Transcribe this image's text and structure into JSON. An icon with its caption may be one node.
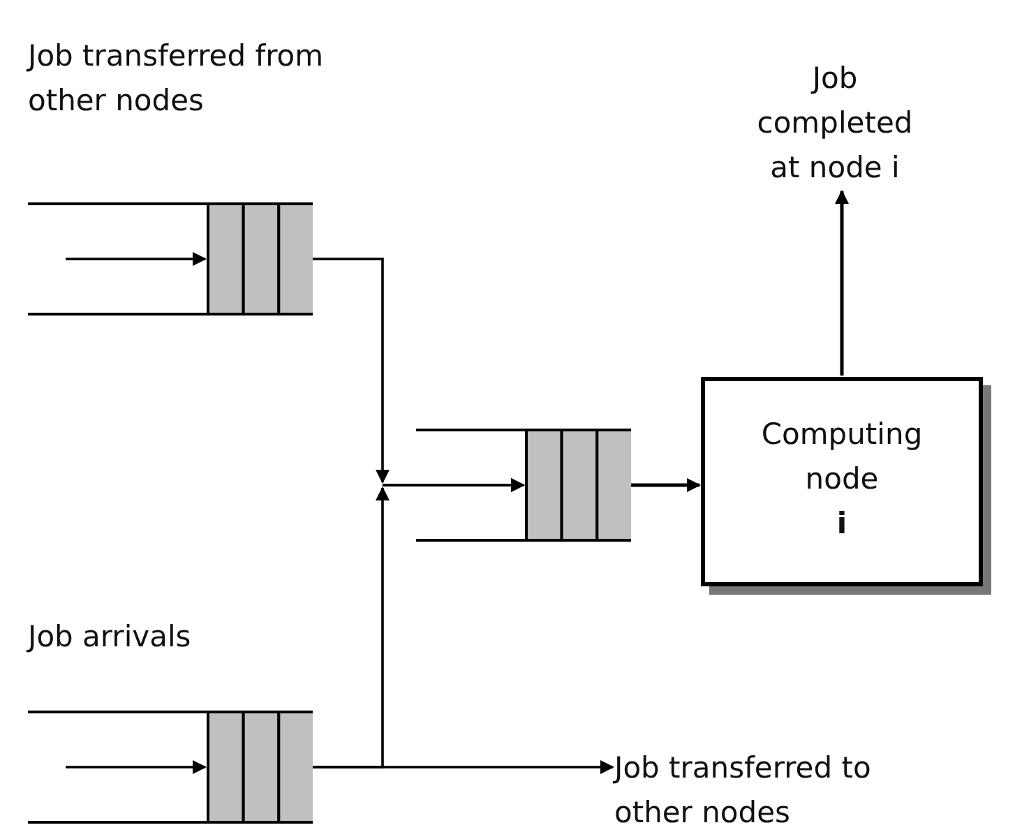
{
  "diagram": {
    "nodes": [
      {
        "text": [],
        "shape": "queue",
        "beside": [
          "Job transferred from other nodes"
        ]
      },
      {
        "text": [
          "Job completed at node i"
        ]
      },
      {
        "text": [],
        "shape": "queue"
      },
      {
        "text": [
          "Computing node",
          "i"
        ]
      },
      {
        "text": [],
        "shape": "queue",
        "beside": [
          "Job arrivals"
        ]
      },
      {
        "text": [
          "Job transferred to other nodes"
        ]
      }
    ],
    "edges": [
      {
        "from": null,
        "to": 0,
        "arrow": "to"
      },
      {
        "from": 0,
        "to": 2,
        "arrow": "to"
      },
      {
        "from": 4,
        "to": 2,
        "arrow": "to"
      },
      {
        "from": 2,
        "to": 3,
        "arrow": "to"
      },
      {
        "from": 3,
        "to": 1,
        "arrow": "to"
      },
      {
        "from": 4,
        "to": 5,
        "arrow": "to"
      },
      {
        "from": null,
        "to": 4,
        "arrow": "to"
      }
    ]
  }
}
